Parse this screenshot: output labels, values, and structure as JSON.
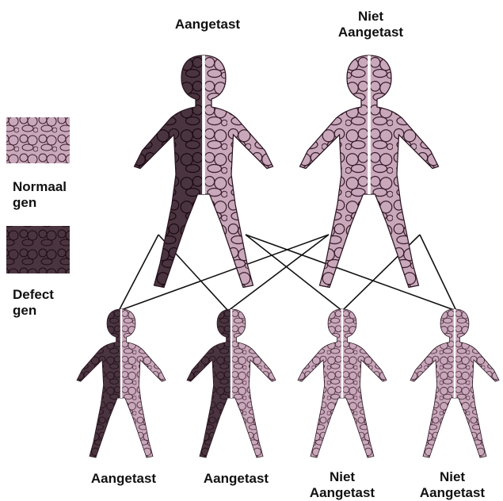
{
  "parents": [
    {
      "label": "Aangetast"
    },
    {
      "label": "Niet\nAangetast"
    }
  ],
  "children": [
    {
      "label": "Aangetast"
    },
    {
      "label": "Aangetast"
    },
    {
      "label": "Niet\nAangetast"
    },
    {
      "label": "Niet\nAangetast"
    }
  ],
  "legend": {
    "normal": {
      "label": "Normaal\ngen",
      "color": "#c9a8bb"
    },
    "defect": {
      "label": "Defect\ngen",
      "color": "#4a3440"
    }
  },
  "colors": {
    "normal_fill": "#c9a8bb",
    "defect_fill": "#4a3440",
    "outline": "#2a1420",
    "line": "#111111"
  }
}
